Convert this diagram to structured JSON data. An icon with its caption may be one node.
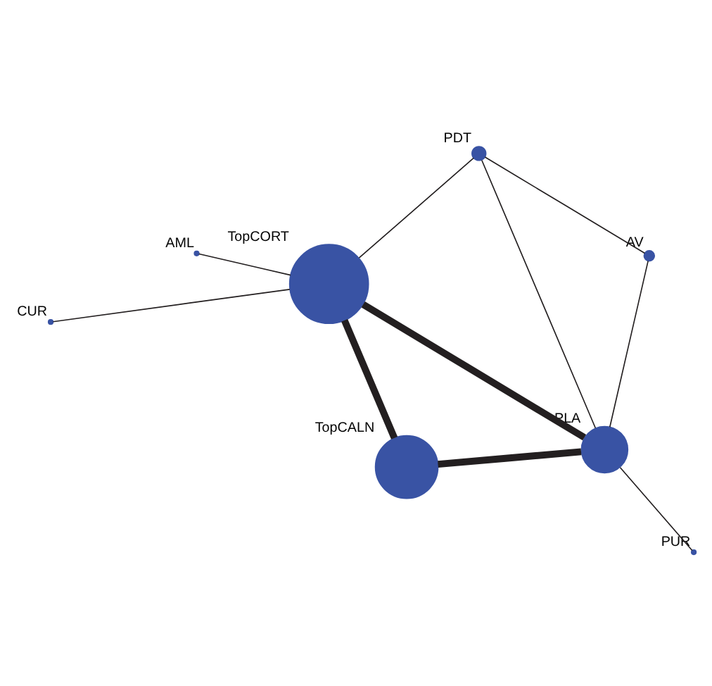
{
  "diagram": {
    "nodes": [
      {
        "text": [
          "CUR"
        ]
      },
      {
        "text": [
          "PDT"
        ]
      },
      {
        "text": [
          "AV"
        ]
      },
      {
        "text": [
          "PLA"
        ]
      },
      {
        "text": [
          "AML"
        ]
      },
      {
        "text": [
          "PUR"
        ]
      },
      {
        "text": [
          "TopCORT"
        ]
      },
      {
        "text": [
          "TopCALN"
        ]
      }
    ],
    "edges": [
      {
        "from": 1,
        "to": 2,
        "arrow": "none"
      },
      {
        "from": 1,
        "to": 3,
        "arrow": "none"
      },
      {
        "from": 1,
        "to": 6,
        "arrow": "none"
      },
      {
        "from": 0,
        "to": 6,
        "arrow": "none"
      },
      {
        "from": 2,
        "to": 3,
        "arrow": "none"
      },
      {
        "from": 4,
        "to": 6,
        "arrow": "none"
      },
      {
        "from": 3,
        "to": 5,
        "arrow": "none"
      },
      {
        "from": 3,
        "to": 6,
        "arrow": "none",
        "style": "thick"
      },
      {
        "from": 3,
        "to": 7,
        "arrow": "none",
        "style": "thick"
      },
      {
        "from": 7,
        "to": 6,
        "arrow": "none",
        "style": "thick"
      }
    ]
  }
}
